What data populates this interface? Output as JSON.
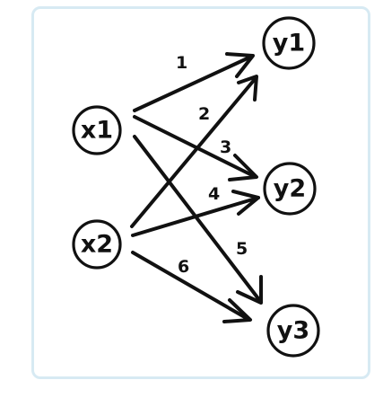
{
  "diagram": {
    "nodes": [
      {
        "id": "x1",
        "label": "x1"
      },
      {
        "id": "x2",
        "label": "x2"
      },
      {
        "id": "y1",
        "label": "y1"
      },
      {
        "id": "y2",
        "label": "y2"
      },
      {
        "id": "y3",
        "label": "y3"
      }
    ],
    "edges": [
      {
        "from": "x1",
        "to": "y1",
        "weight": "1"
      },
      {
        "from": "x2",
        "to": "y1",
        "weight": "2"
      },
      {
        "from": "x1",
        "to": "y2",
        "weight": "3"
      },
      {
        "from": "x2",
        "to": "y2",
        "weight": "4"
      },
      {
        "from": "x1",
        "to": "y3",
        "weight": "5"
      },
      {
        "from": "x2",
        "to": "y3",
        "weight": "6"
      }
    ],
    "colors": {
      "stroke": "#111111",
      "frame_border": "#d7eaf3",
      "background": "#ffffff"
    }
  }
}
